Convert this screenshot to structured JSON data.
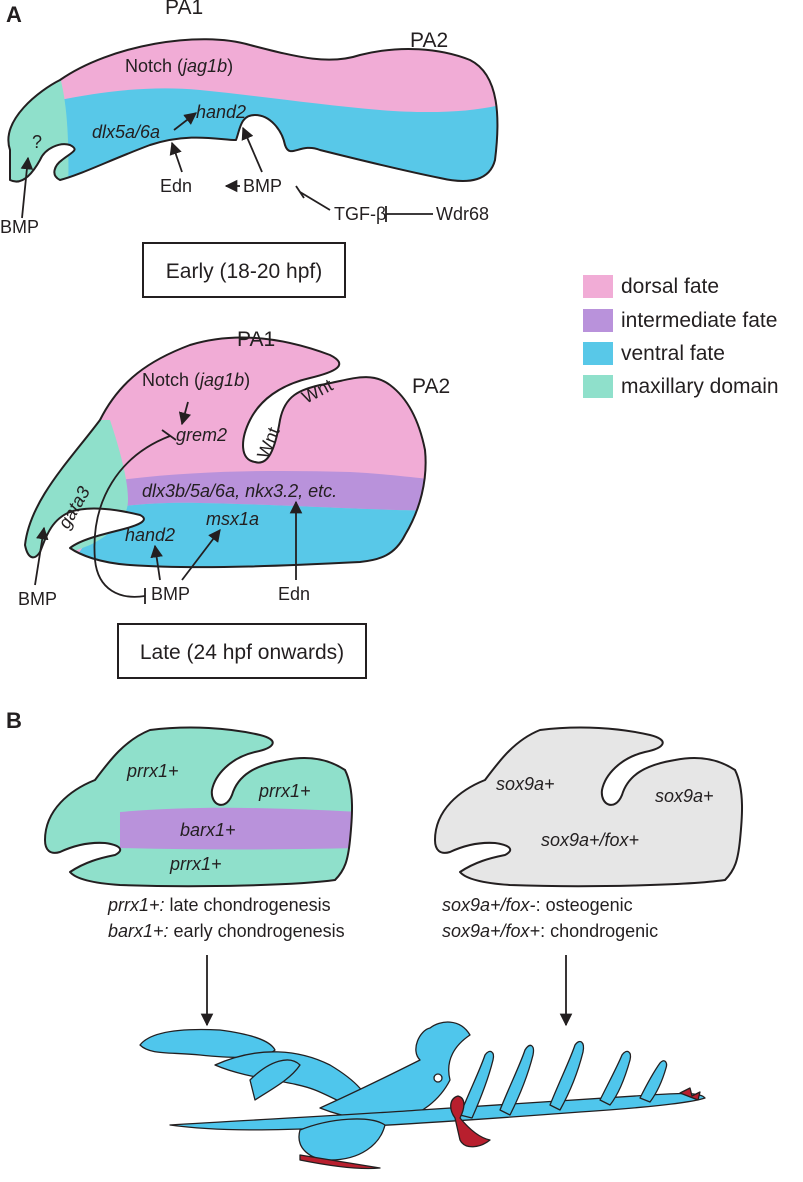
{
  "colors": {
    "dorsal": "#f1acd6",
    "intermediate": "#b992db",
    "ventral": "#58c8e8",
    "maxillary": "#8fe0cb",
    "neutral": "#e6e6e6",
    "cartilage_blue": "#4fc6ec",
    "bone_red": "#b81f2e"
  },
  "panel_a": {
    "letter": "A",
    "early": {
      "pa1": "PA1",
      "pa2": "PA2",
      "notch_prefix": "Notch (",
      "notch_gene": "jag1b",
      "notch_suffix": ")",
      "hand2": "hand2",
      "dlx": "dlx5a/6a",
      "question": "?",
      "bmp_left": "BMP",
      "edn": "Edn",
      "bmp": "BMP",
      "tgf": "TGF-β",
      "wdr68": "Wdr68",
      "stage": "Early (18-20 hpf)"
    },
    "late": {
      "pa1": "PA1",
      "pa2": "PA2",
      "notch_prefix": "Notch (",
      "notch_gene": "jag1b",
      "notch_suffix": ")",
      "grem2": "grem2",
      "wnt1": "Wnt",
      "wnt2": "Wnt",
      "gata3": "gata3",
      "dlx": "dlx3b/5a/6a, nkx3.2, etc.",
      "hand2": "hand2",
      "msx1a": "msx1a",
      "bmp_left": "BMP",
      "bmp": "BMP",
      "edn": "Edn",
      "stage": "Late (24 hpf onwards)"
    }
  },
  "legend": [
    {
      "label": "dorsal fate",
      "color": "#f1acd6"
    },
    {
      "label": "intermediate fate",
      "color": "#b992db"
    },
    {
      "label": "ventral fate",
      "color": "#58c8e8"
    },
    {
      "label": "maxillary domain",
      "color": "#8fe0cb"
    }
  ],
  "panel_b": {
    "letter": "B",
    "left": {
      "prrx_top": "prrx1+",
      "prrx_right": "prrx1+",
      "barx": "barx1+",
      "prrx_bottom": "prrx1+",
      "caption1_gene": "prrx1+:",
      "caption1_text": " late chondrogenesis",
      "caption2_gene": "barx1+:",
      "caption2_text": " early chondrogenesis"
    },
    "right": {
      "sox_top": "sox9a+",
      "sox_right": "sox9a+",
      "sox_fox": "sox9a+/fox+",
      "caption1_gene": "sox9a+/fox-",
      "caption1_text": ": osteogenic",
      "caption2_gene": "sox9a+/fox+",
      "caption2_text": ": chondrogenic"
    }
  }
}
